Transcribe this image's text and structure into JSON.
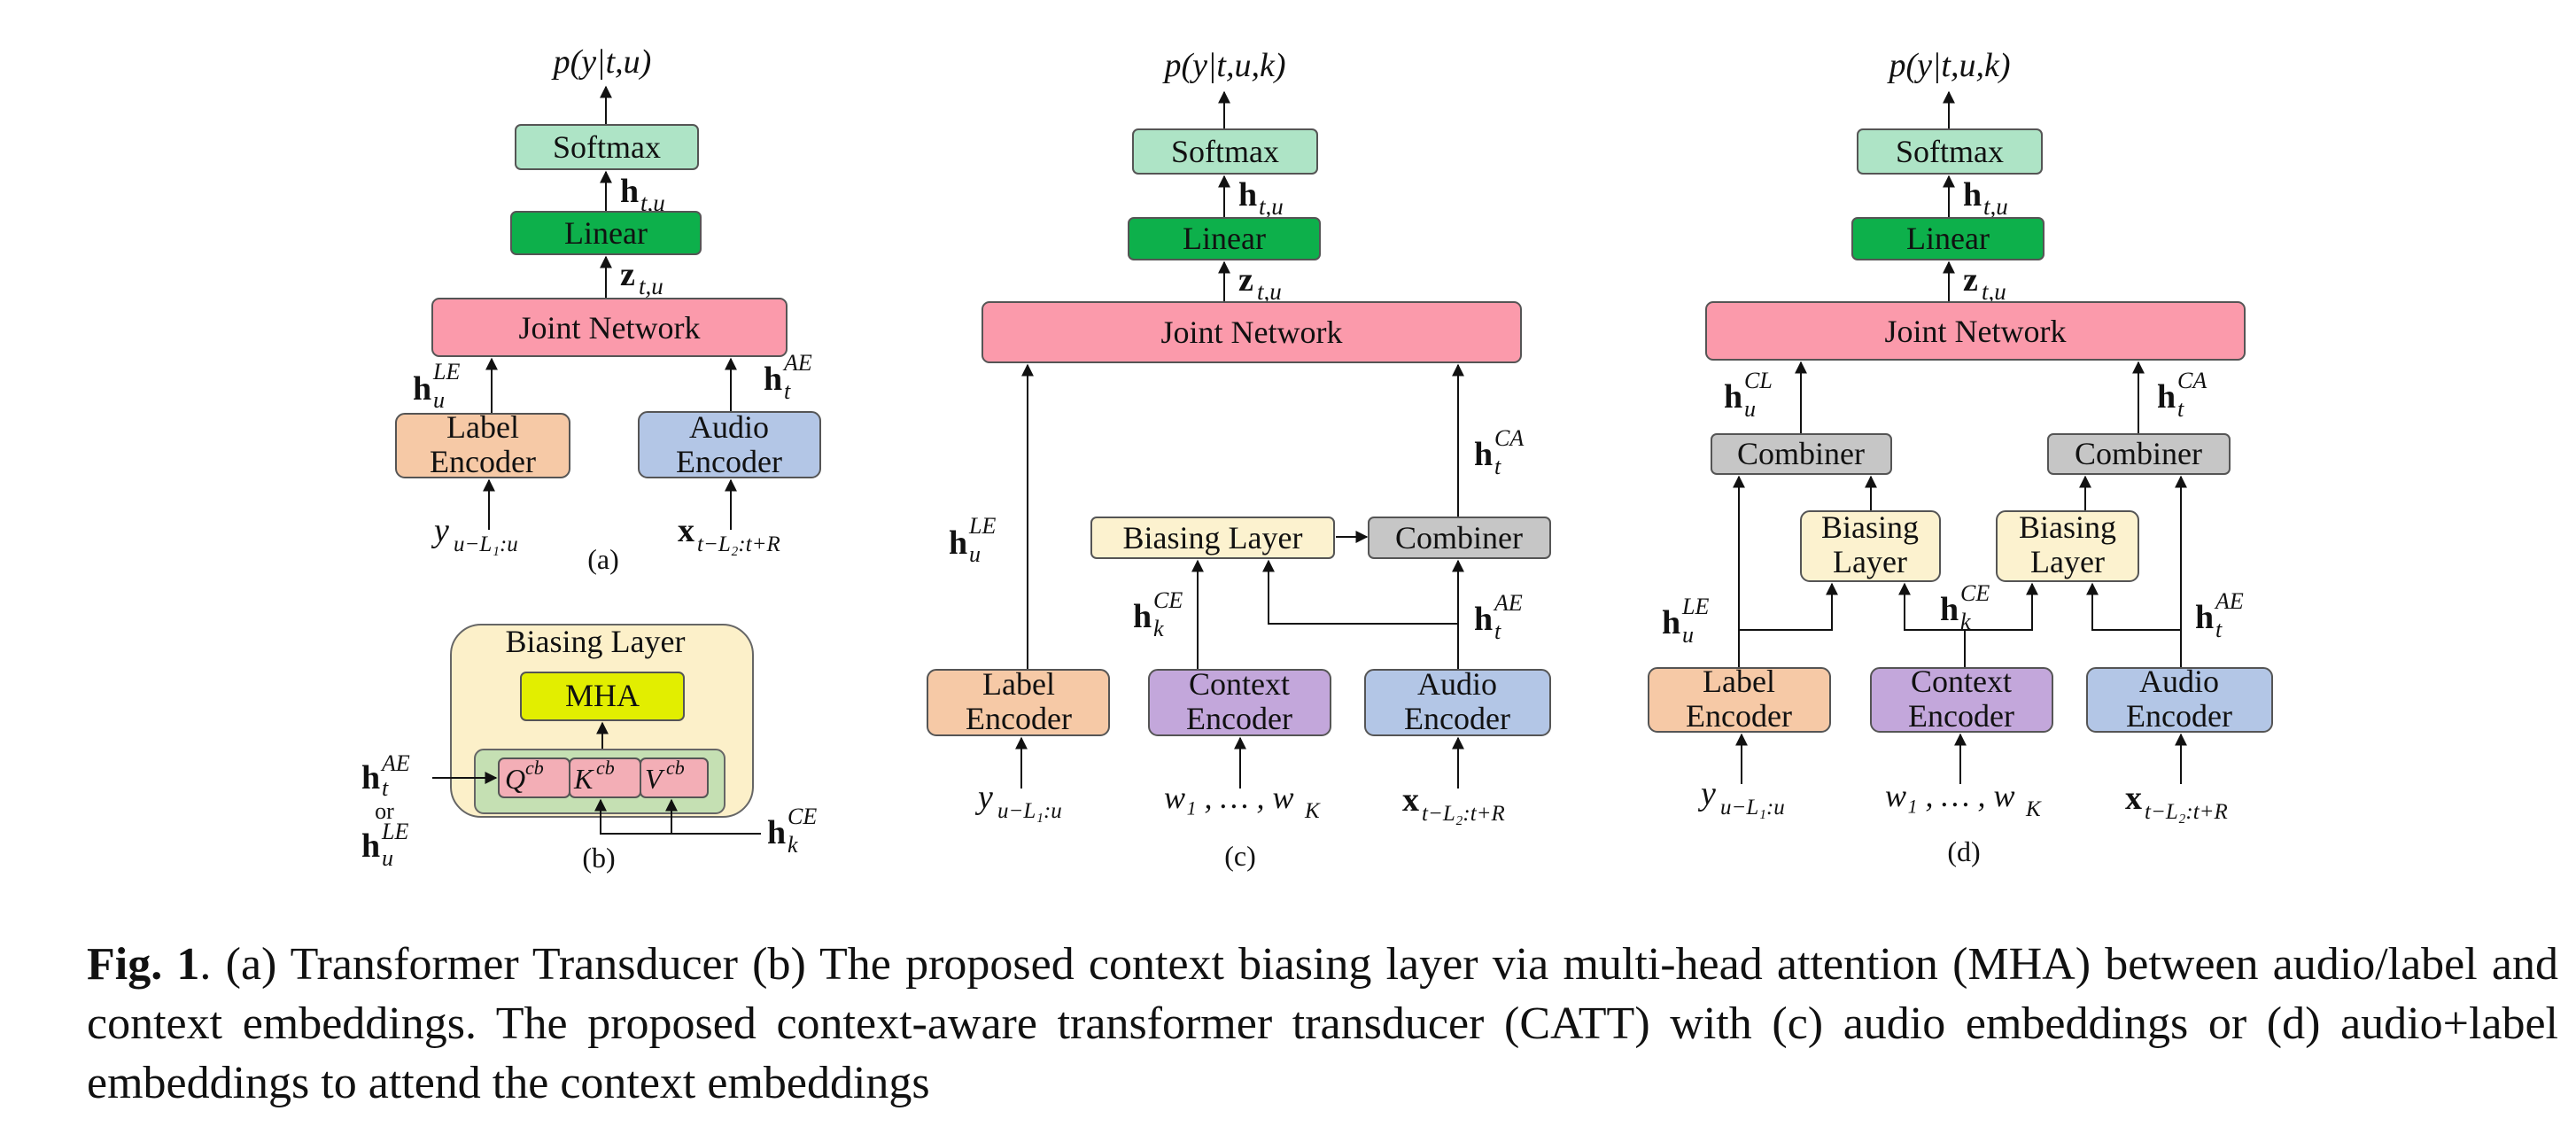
{
  "colors": {
    "softmax": "#aee4c6",
    "linear": "#0db04b",
    "joint": "#fb9aab",
    "label_encoder": "#f6c9a6",
    "audio_encoder": "#b3c6e6",
    "context_encoder": "#c3a7db",
    "biasing": "#fcf2cf",
    "combiner": "#c6c6c6",
    "mha": "#e2ee00",
    "qkv_bg": "#c5e0b3",
    "qkv": "#f3aeb6",
    "biasing_panel": "#fcf0c9"
  },
  "panel_a": {
    "output": "p(y|t,u)",
    "softmax": "Softmax",
    "h": "h",
    "h_sub": "t,u",
    "linear": "Linear",
    "z": "z",
    "z_sub": "t,u",
    "joint": "Joint Network",
    "h_le": "h",
    "h_le_sub": "u",
    "h_le_sup": "LE",
    "h_ae": "h",
    "h_ae_sub": "t",
    "h_ae_sup": "AE",
    "label_enc_1": "Label",
    "label_enc_2": "Encoder",
    "audio_enc_1": "Audio",
    "audio_enc_2": "Encoder",
    "y_in": "y",
    "y_in_sub": "u−L₁:u",
    "x_in": "x",
    "x_in_sub": "t−L₂:t+R",
    "tag": "(a)"
  },
  "panel_b": {
    "title": "Biasing Layer",
    "mha": "MHA",
    "q": "Q",
    "k": "K",
    "v": "V",
    "cb": "cb",
    "h_ae": "h",
    "h_ae_sub": "t",
    "h_ae_sup": "AE",
    "or": "or",
    "h_le": "h",
    "h_le_sub": "u",
    "h_le_sup": "LE",
    "h_ce": "h",
    "h_ce_sub": "k",
    "h_ce_sup": "CE",
    "tag": "(b)"
  },
  "panel_c": {
    "output": "p(y|t,u,k)",
    "softmax": "Softmax",
    "h": "h",
    "h_sub": "t,u",
    "linear": "Linear",
    "z": "z",
    "z_sub": "t,u",
    "joint": "Joint Network",
    "h_le": "h",
    "h_le_sub": "u",
    "h_le_sup": "LE",
    "h_ca": "h",
    "h_ca_sub": "t",
    "h_ca_sup": "CA",
    "biasing": "Biasing Layer",
    "combiner": "Combiner",
    "h_ce": "h",
    "h_ce_sub": "k",
    "h_ce_sup": "CE",
    "h_ae": "h",
    "h_ae_sub": "t",
    "h_ae_sup": "AE",
    "label_enc_1": "Label",
    "label_enc_2": "Encoder",
    "context_enc_1": "Context",
    "context_enc_2": "Encoder",
    "audio_enc_1": "Audio",
    "audio_enc_2": "Encoder",
    "y_in": "y",
    "y_in_sub": "u−L₁:u",
    "w_in": "w₁ , … , w",
    "w_in_sub": "K",
    "x_in": "x",
    "x_in_sub": "t−L₂:t+R",
    "tag": "(c)"
  },
  "panel_d": {
    "output": "p(y|t,u,k)",
    "softmax": "Softmax",
    "h": "h",
    "h_sub": "t,u",
    "linear": "Linear",
    "z": "z",
    "z_sub": "t,u",
    "joint": "Joint Network",
    "h_cl": "h",
    "h_cl_sub": "u",
    "h_cl_sup": "CL",
    "h_ca": "h",
    "h_ca_sub": "t",
    "h_ca_sup": "CA",
    "combiner": "Combiner",
    "biasing_1": "Biasing",
    "biasing_2": "Layer",
    "h_le": "h",
    "h_le_sub": "u",
    "h_le_sup": "LE",
    "h_ce": "h",
    "h_ce_sub": "k",
    "h_ce_sup": "CE",
    "h_ae": "h",
    "h_ae_sub": "t",
    "h_ae_sup": "AE",
    "label_enc_1": "Label",
    "label_enc_2": "Encoder",
    "context_enc_1": "Context",
    "context_enc_2": "Encoder",
    "audio_enc_1": "Audio",
    "audio_enc_2": "Encoder",
    "y_in": "y",
    "y_in_sub": "u−L₁:u",
    "w_in": "w₁ , … , w",
    "w_in_sub": "K",
    "x_in": "x",
    "x_in_sub": "t−L₂:t+R",
    "tag": "(d)"
  },
  "caption": {
    "fig": "Fig. 1",
    "text": ". (a) Transformer Transducer (b) The proposed context biasing layer via multi-head attention (MHA) between audio/label and context embeddings.  The proposed context-aware transformer transducer (CATT) with (c) audio embeddings or (d) audio+label embeddings to attend the context embeddings"
  }
}
